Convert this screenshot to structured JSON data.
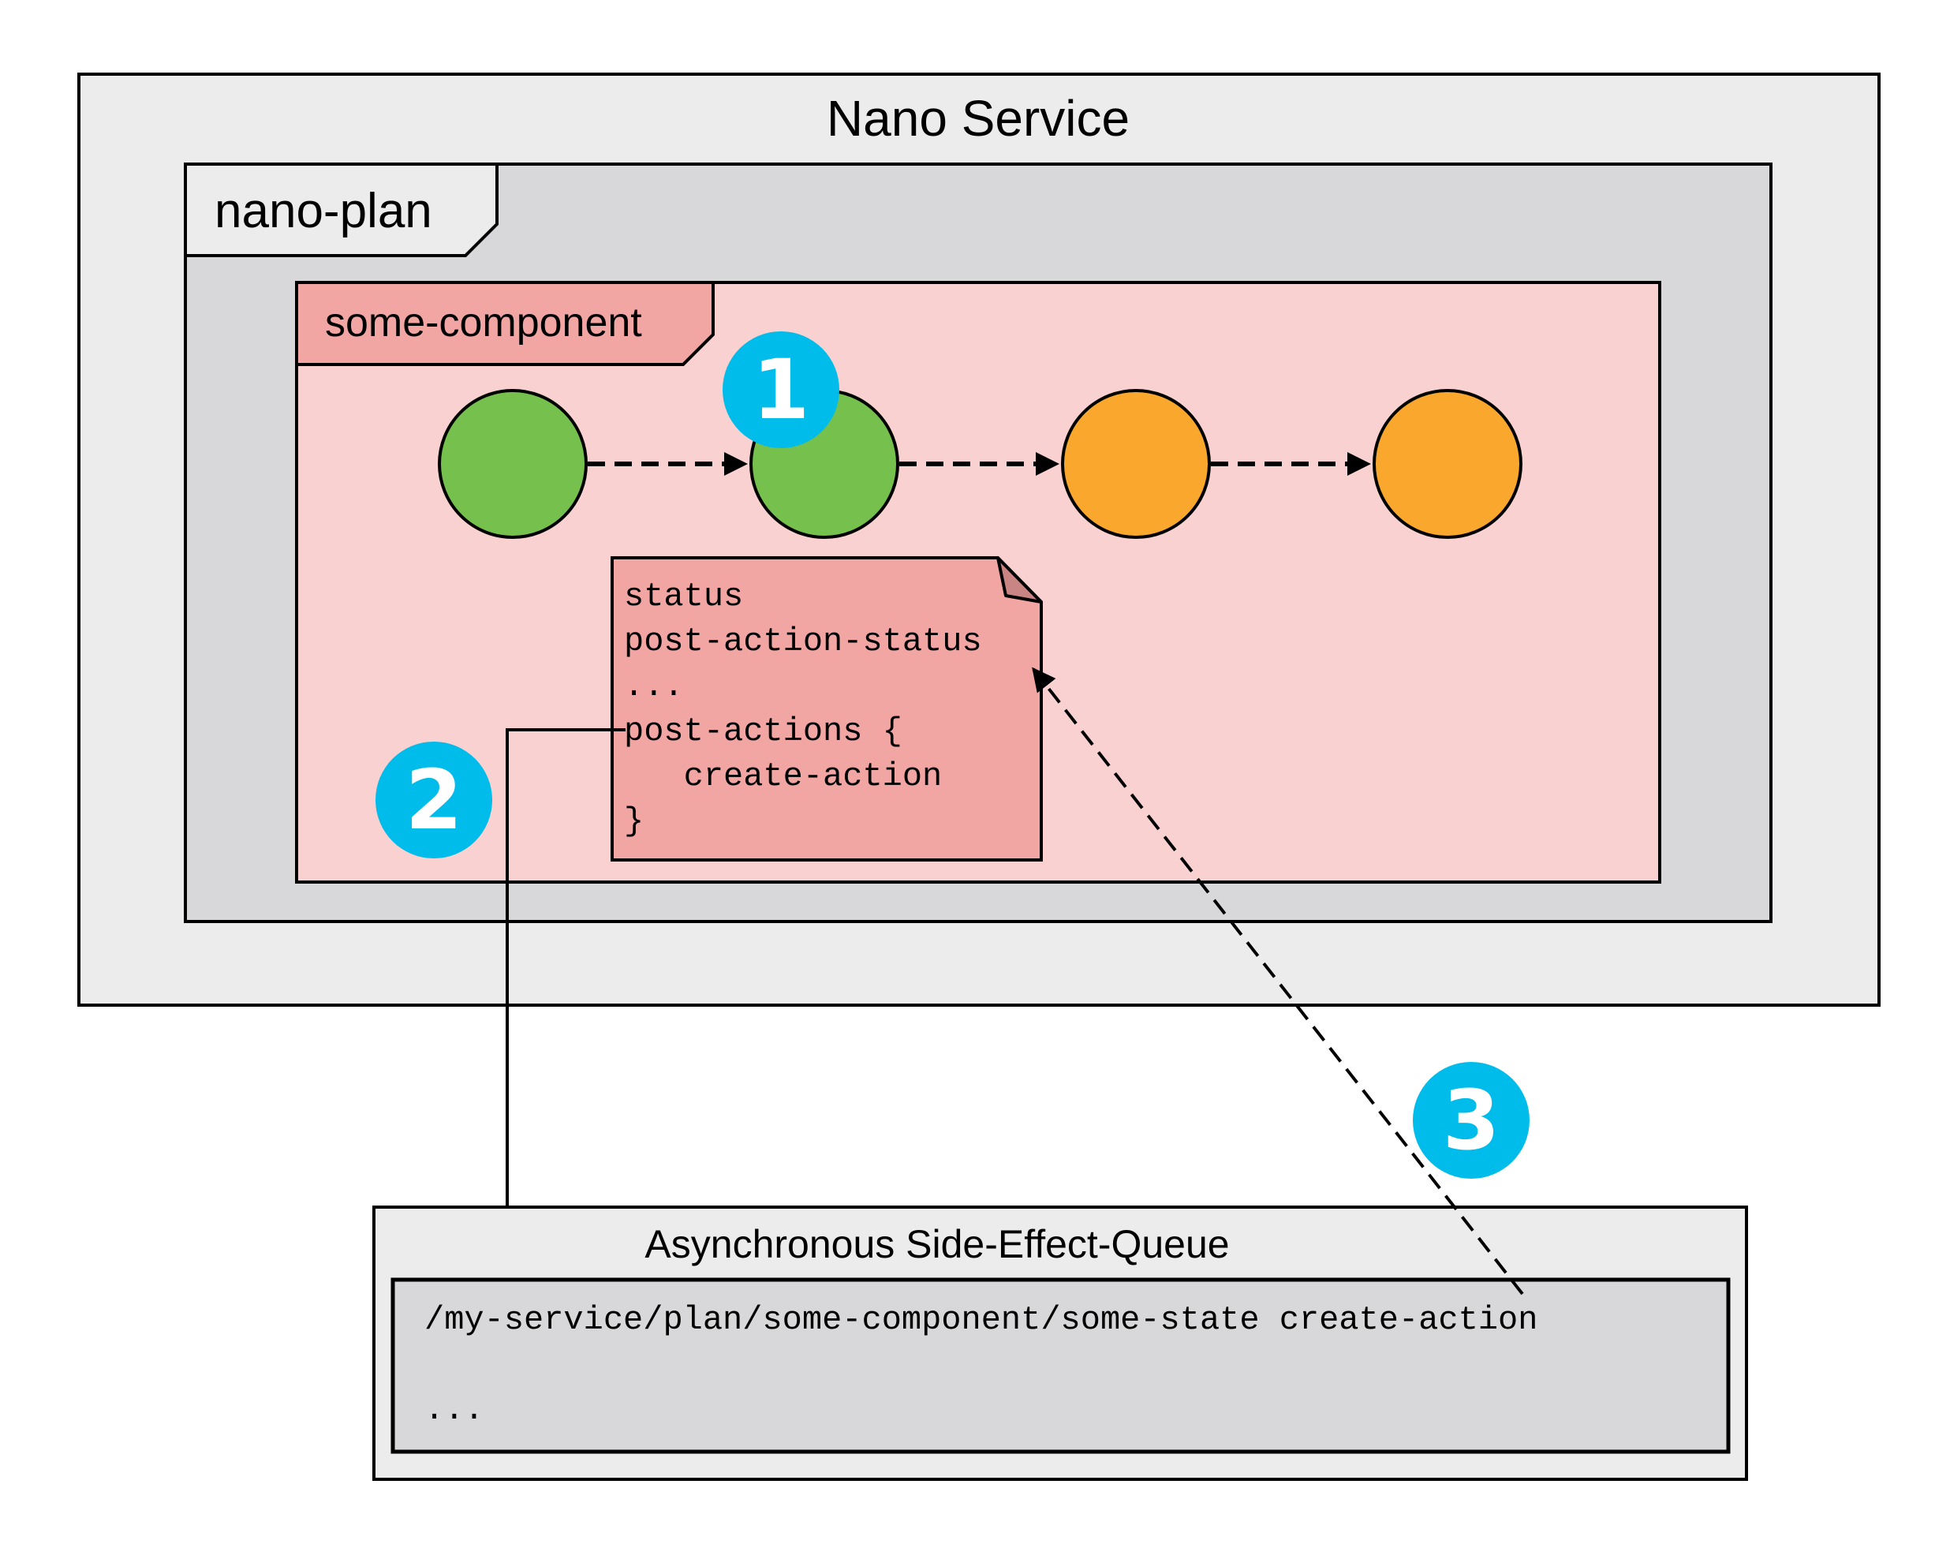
{
  "nano_service": {
    "title": "Nano Service"
  },
  "nano_plan": {
    "label": "nano-plan"
  },
  "component": {
    "label": "some-component"
  },
  "states": [
    {
      "color": "#76c04e"
    },
    {
      "color": "#76c04e"
    },
    {
      "color": "#f9a82d"
    },
    {
      "color": "#f9a82d"
    }
  ],
  "status_note": {
    "lines": [
      "status",
      "post-action-status",
      "...",
      "post-actions {",
      "   create-action",
      "}"
    ]
  },
  "badges": [
    "1",
    "2",
    "3"
  ],
  "queue": {
    "title": "Asynchronous Side-Effect-Queue",
    "entries": [
      "/my-service/plan/some-component/some-state create-action",
      "..."
    ]
  },
  "colors": {
    "nano_service_bg": "#ececec",
    "nano_plan_bg": "#d8d8da",
    "component_bg": "#f9d1d0",
    "component_tab": "#f2a6a3",
    "note_bg": "#f2a6a3",
    "note_fold": "#c98583",
    "badge": "#00bceb",
    "queue_outer_bg": "#ececec",
    "queue_inner_bg": "#d8d8da"
  }
}
